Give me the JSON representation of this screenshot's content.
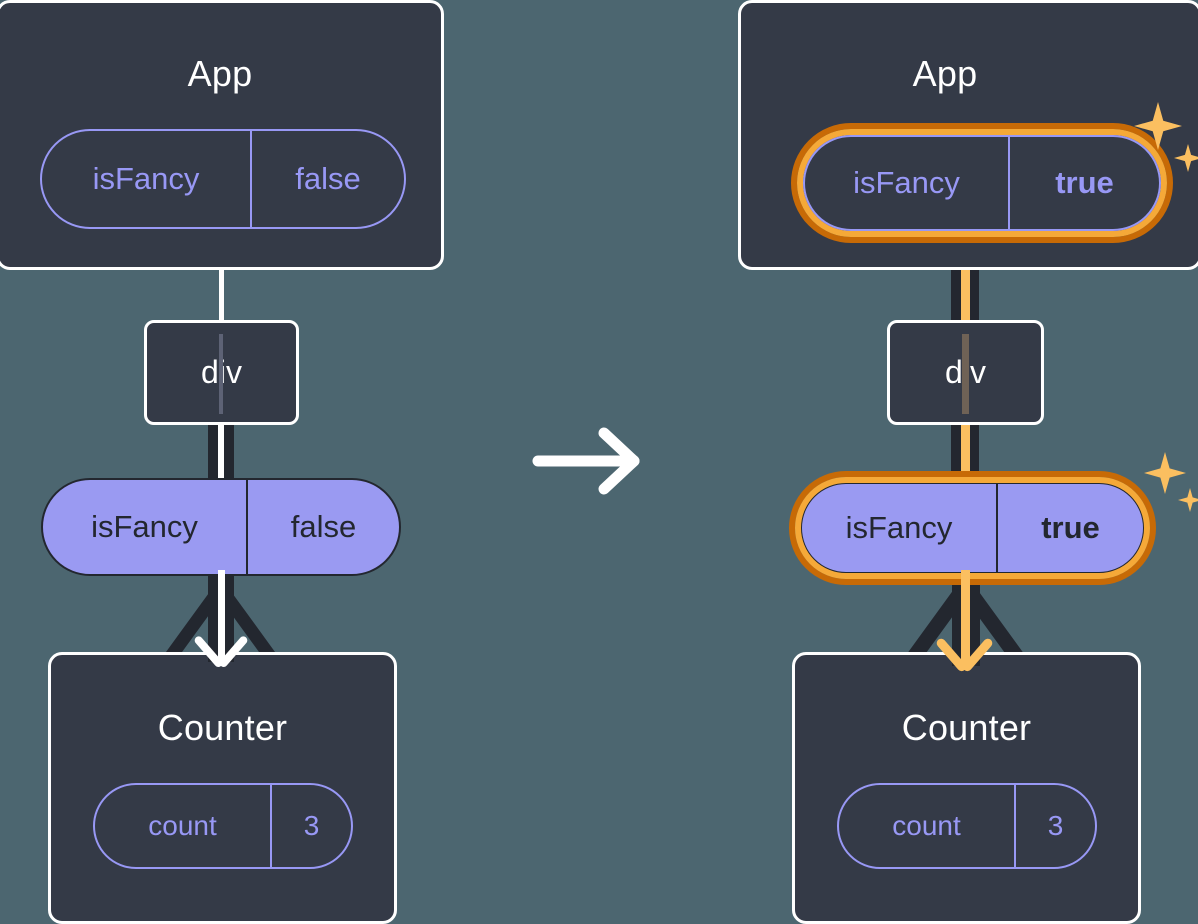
{
  "diagram": {
    "title": "React state update propagation diagram",
    "colors": {
      "background": "#4c6670",
      "panel": "#343a47",
      "stroke_white": "#ffffff",
      "pill_fill": "#9a9af2",
      "pill_outline": "#9898f5",
      "highlight_outer": "#c76a06",
      "highlight_inner": "#f5a938",
      "arrow_orange": "#fbbf60",
      "arrow_dark": "#23272f"
    },
    "transition_arrow": "right-arrow"
  },
  "before": {
    "app": {
      "title": "App",
      "state": {
        "key": "isFancy",
        "value": "false",
        "value_bold": false,
        "highlighted": false
      }
    },
    "div": {
      "label": "div"
    },
    "prop": {
      "key": "isFancy",
      "value": "false",
      "value_bold": false,
      "highlighted": false
    },
    "counter": {
      "title": "Counter",
      "state": {
        "key": "count",
        "value": "3",
        "value_bold": false,
        "highlighted": false
      }
    }
  },
  "after": {
    "app": {
      "title": "App",
      "state": {
        "key": "isFancy",
        "value": "true",
        "value_bold": true,
        "highlighted": true
      }
    },
    "div": {
      "label": "div"
    },
    "prop": {
      "key": "isFancy",
      "value": "true",
      "value_bold": true,
      "highlighted": true
    },
    "counter": {
      "title": "Counter",
      "state": {
        "key": "count",
        "value": "3",
        "value_bold": false,
        "highlighted": false
      }
    },
    "sparkle_icons": [
      "sparkle-large",
      "sparkle-small"
    ]
  }
}
